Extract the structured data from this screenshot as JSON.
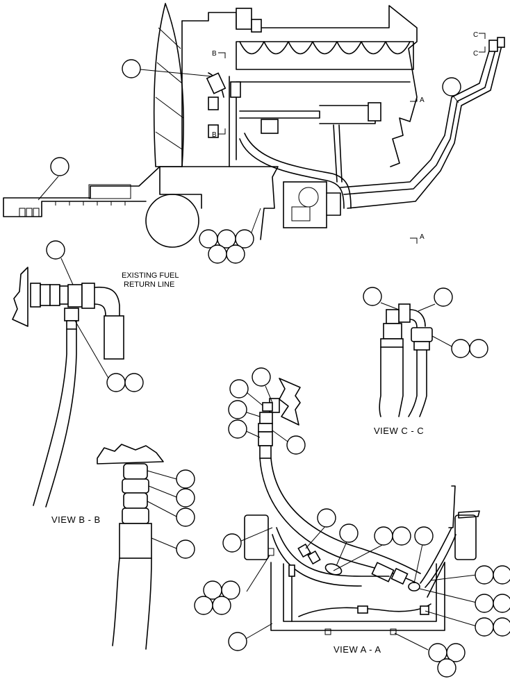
{
  "notes": {
    "existing_fuel": "EXISTING FUEL",
    "return_line": "RETURN LINE"
  },
  "views": {
    "bb": "VIEW  B - B",
    "cc": "VIEW  C - C",
    "aa": "VIEW  A - A"
  },
  "section_marks": {
    "b": "B",
    "c": "C",
    "a": "A"
  }
}
